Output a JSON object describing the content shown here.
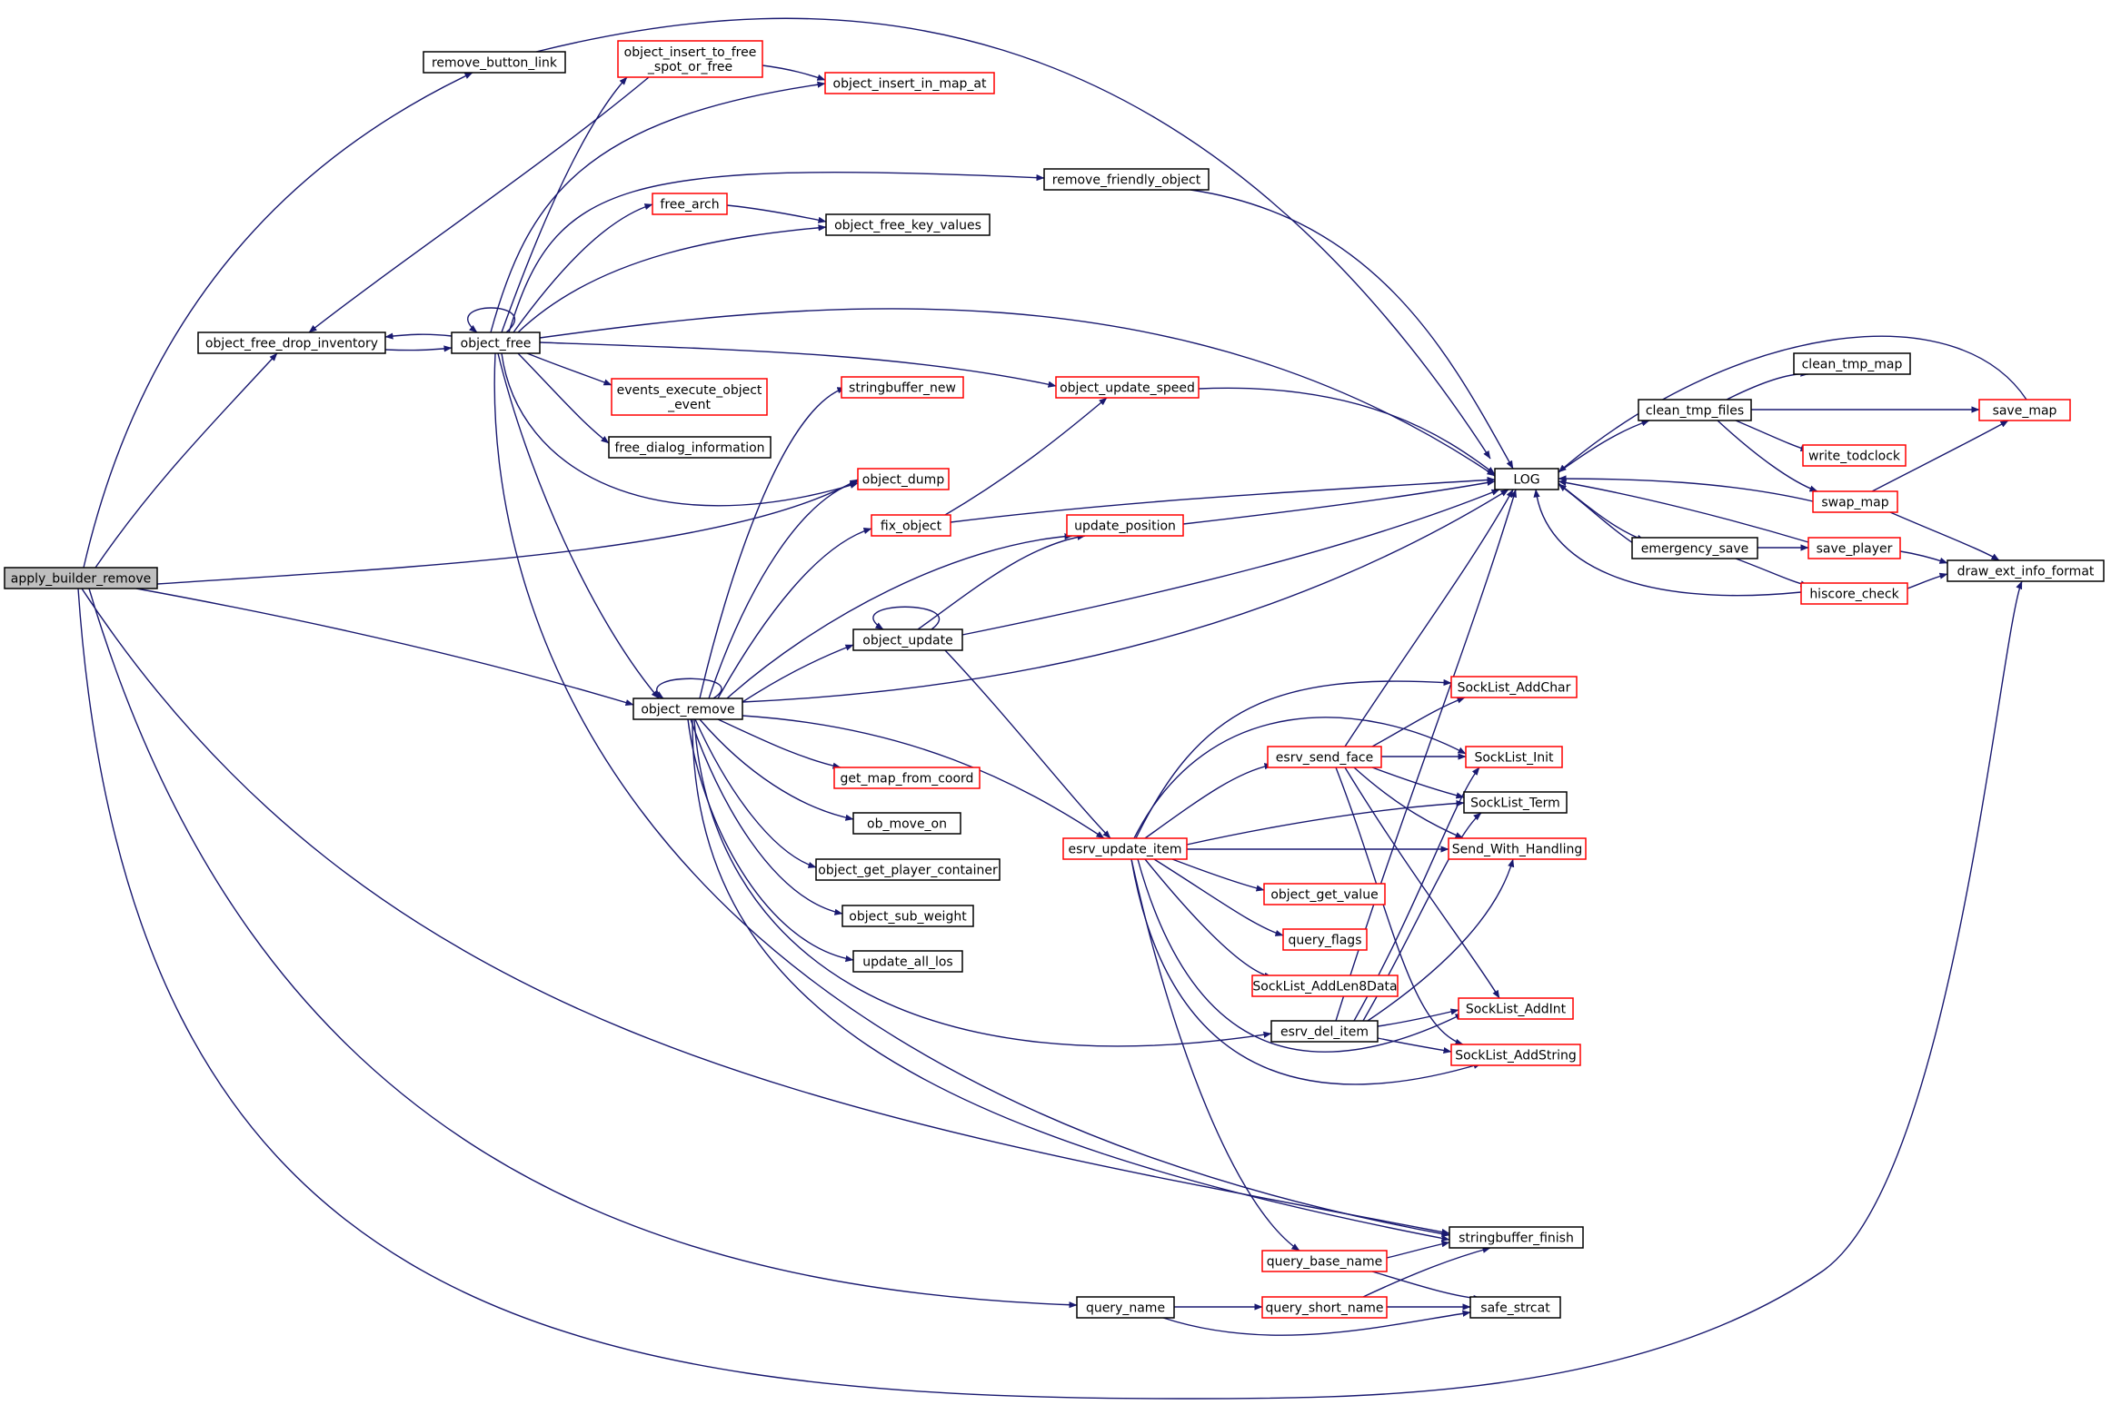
{
  "colors": {
    "edge": "#191970",
    "node_border_default": "#000000",
    "node_border_linked": "#ff0000",
    "root_fill": "#bfbfbf",
    "node_fill": "#ffffff",
    "text": "#000000"
  },
  "nodes": [
    {
      "id": "apply_builder_remove",
      "label": "apply_builder_remove",
      "style": "root"
    },
    {
      "id": "remove_button_link",
      "label": "remove_button_link",
      "style": "black"
    },
    {
      "id": "object_insert_to_free_spot_or_free",
      "label": "object_insert_to_free\n_spot_or_free",
      "style": "red"
    },
    {
      "id": "object_insert_in_map_at",
      "label": "object_insert_in_map_at",
      "style": "red"
    },
    {
      "id": "remove_friendly_object",
      "label": "remove_friendly_object",
      "style": "black"
    },
    {
      "id": "free_arch",
      "label": "free_arch",
      "style": "red"
    },
    {
      "id": "object_free_key_values",
      "label": "object_free_key_values",
      "style": "black"
    },
    {
      "id": "object_free_drop_inventory",
      "label": "object_free_drop_inventory",
      "style": "black"
    },
    {
      "id": "object_free",
      "label": "object_free",
      "style": "black"
    },
    {
      "id": "events_execute_object_event",
      "label": "events_execute_object\n_event",
      "style": "red"
    },
    {
      "id": "stringbuffer_new",
      "label": "stringbuffer_new",
      "style": "red"
    },
    {
      "id": "object_update_speed",
      "label": "object_update_speed",
      "style": "red"
    },
    {
      "id": "free_dialog_information",
      "label": "free_dialog_information",
      "style": "black"
    },
    {
      "id": "object_dump",
      "label": "object_dump",
      "style": "red"
    },
    {
      "id": "fix_object",
      "label": "fix_object",
      "style": "red"
    },
    {
      "id": "update_position",
      "label": "update_position",
      "style": "red"
    },
    {
      "id": "object_update",
      "label": "object_update",
      "style": "black"
    },
    {
      "id": "object_remove",
      "label": "object_remove",
      "style": "black"
    },
    {
      "id": "get_map_from_coord",
      "label": "get_map_from_coord",
      "style": "red"
    },
    {
      "id": "ob_move_on",
      "label": "ob_move_on",
      "style": "black"
    },
    {
      "id": "object_get_player_container",
      "label": "object_get_player_container",
      "style": "black"
    },
    {
      "id": "object_sub_weight",
      "label": "object_sub_weight",
      "style": "black"
    },
    {
      "id": "update_all_los",
      "label": "update_all_los",
      "style": "black"
    },
    {
      "id": "esrv_update_item",
      "label": "esrv_update_item",
      "style": "red"
    },
    {
      "id": "esrv_send_face",
      "label": "esrv_send_face",
      "style": "red"
    },
    {
      "id": "object_get_value",
      "label": "object_get_value",
      "style": "red"
    },
    {
      "id": "query_flags",
      "label": "query_flags",
      "style": "red"
    },
    {
      "id": "SockList_AddLen8Data",
      "label": "SockList_AddLen8Data",
      "style": "red"
    },
    {
      "id": "esrv_del_item",
      "label": "esrv_del_item",
      "style": "black"
    },
    {
      "id": "SockList_AddChar",
      "label": "SockList_AddChar",
      "style": "red"
    },
    {
      "id": "SockList_Init",
      "label": "SockList_Init",
      "style": "red"
    },
    {
      "id": "SockList_Term",
      "label": "SockList_Term",
      "style": "black"
    },
    {
      "id": "Send_With_Handling",
      "label": "Send_With_Handling",
      "style": "red"
    },
    {
      "id": "SockList_AddInt",
      "label": "SockList_AddInt",
      "style": "red"
    },
    {
      "id": "SockList_AddString",
      "label": "SockList_AddString",
      "style": "red"
    },
    {
      "id": "stringbuffer_finish",
      "label": "stringbuffer_finish",
      "style": "black"
    },
    {
      "id": "query_base_name",
      "label": "query_base_name",
      "style": "red"
    },
    {
      "id": "query_name",
      "label": "query_name",
      "style": "black"
    },
    {
      "id": "query_short_name",
      "label": "query_short_name",
      "style": "red"
    },
    {
      "id": "safe_strcat",
      "label": "safe_strcat",
      "style": "black"
    },
    {
      "id": "LOG",
      "label": "LOG",
      "style": "black"
    },
    {
      "id": "clean_tmp_map",
      "label": "clean_tmp_map",
      "style": "black"
    },
    {
      "id": "clean_tmp_files",
      "label": "clean_tmp_files",
      "style": "black"
    },
    {
      "id": "save_map",
      "label": "save_map",
      "style": "red"
    },
    {
      "id": "write_todclock",
      "label": "write_todclock",
      "style": "red"
    },
    {
      "id": "swap_map",
      "label": "swap_map",
      "style": "red"
    },
    {
      "id": "emergency_save",
      "label": "emergency_save",
      "style": "black"
    },
    {
      "id": "save_player",
      "label": "save_player",
      "style": "red"
    },
    {
      "id": "hiscore_check",
      "label": "hiscore_check",
      "style": "red"
    },
    {
      "id": "draw_ext_info_format",
      "label": "draw_ext_info_format",
      "style": "black"
    }
  ],
  "edges": [
    [
      "apply_builder_remove",
      "remove_button_link"
    ],
    [
      "apply_builder_remove",
      "object_free_drop_inventory"
    ],
    [
      "apply_builder_remove",
      "object_dump"
    ],
    [
      "apply_builder_remove",
      "object_remove"
    ],
    [
      "apply_builder_remove",
      "stringbuffer_finish"
    ],
    [
      "apply_builder_remove",
      "query_name"
    ],
    [
      "apply_builder_remove",
      "draw_ext_info_format"
    ],
    [
      "remove_button_link",
      "LOG"
    ],
    [
      "object_insert_to_free_spot_or_free",
      "object_free_drop_inventory"
    ],
    [
      "object_insert_to_free_spot_or_free",
      "object_insert_in_map_at"
    ],
    [
      "object_free_drop_inventory",
      "object_free"
    ],
    [
      "object_free",
      "object_free_drop_inventory"
    ],
    [
      "object_free",
      "object_free"
    ],
    [
      "object_free",
      "object_insert_to_free_spot_or_free"
    ],
    [
      "object_free",
      "object_insert_in_map_at"
    ],
    [
      "object_free",
      "remove_friendly_object"
    ],
    [
      "object_free",
      "free_arch"
    ],
    [
      "object_free",
      "object_free_key_values"
    ],
    [
      "object_free",
      "LOG"
    ],
    [
      "object_free",
      "object_update_speed"
    ],
    [
      "object_free",
      "events_execute_object_event"
    ],
    [
      "object_free",
      "free_dialog_information"
    ],
    [
      "object_free",
      "object_dump"
    ],
    [
      "object_free",
      "object_remove"
    ],
    [
      "object_free",
      "stringbuffer_finish"
    ],
    [
      "free_arch",
      "object_free_key_values"
    ],
    [
      "remove_friendly_object",
      "LOG"
    ],
    [
      "object_update_speed",
      "LOG"
    ],
    [
      "fix_object",
      "object_update_speed"
    ],
    [
      "fix_object",
      "LOG"
    ],
    [
      "update_position",
      "LOG"
    ],
    [
      "object_update",
      "object_update"
    ],
    [
      "object_update",
      "update_position"
    ],
    [
      "object_update",
      "LOG"
    ],
    [
      "object_update",
      "esrv_update_item"
    ],
    [
      "object_remove",
      "object_remove"
    ],
    [
      "object_remove",
      "stringbuffer_new"
    ],
    [
      "object_remove",
      "LOG"
    ],
    [
      "object_remove",
      "object_dump"
    ],
    [
      "object_remove",
      "fix_object"
    ],
    [
      "object_remove",
      "update_position"
    ],
    [
      "object_remove",
      "object_update"
    ],
    [
      "object_remove",
      "get_map_from_coord"
    ],
    [
      "object_remove",
      "ob_move_on"
    ],
    [
      "object_remove",
      "object_get_player_container"
    ],
    [
      "object_remove",
      "object_sub_weight"
    ],
    [
      "object_remove",
      "update_all_los"
    ],
    [
      "object_remove",
      "esrv_update_item"
    ],
    [
      "object_remove",
      "esrv_del_item"
    ],
    [
      "object_remove",
      "stringbuffer_finish"
    ],
    [
      "esrv_update_item",
      "esrv_send_face"
    ],
    [
      "esrv_update_item",
      "SockList_AddChar"
    ],
    [
      "esrv_update_item",
      "SockList_Init"
    ],
    [
      "esrv_update_item",
      "SockList_Term"
    ],
    [
      "esrv_update_item",
      "Send_With_Handling"
    ],
    [
      "esrv_update_item",
      "object_get_value"
    ],
    [
      "esrv_update_item",
      "query_flags"
    ],
    [
      "esrv_update_item",
      "SockList_AddLen8Data"
    ],
    [
      "esrv_update_item",
      "SockList_AddInt"
    ],
    [
      "esrv_update_item",
      "SockList_AddString"
    ],
    [
      "esrv_update_item",
      "query_base_name"
    ],
    [
      "esrv_send_face",
      "LOG"
    ],
    [
      "esrv_send_face",
      "SockList_AddChar"
    ],
    [
      "esrv_send_face",
      "SockList_Init"
    ],
    [
      "esrv_send_face",
      "SockList_Term"
    ],
    [
      "esrv_send_face",
      "Send_With_Handling"
    ],
    [
      "esrv_send_face",
      "SockList_AddInt"
    ],
    [
      "esrv_send_face",
      "SockList_AddString"
    ],
    [
      "esrv_del_item",
      "LOG"
    ],
    [
      "esrv_del_item",
      "SockList_Init"
    ],
    [
      "esrv_del_item",
      "SockList_Term"
    ],
    [
      "esrv_del_item",
      "Send_With_Handling"
    ],
    [
      "esrv_del_item",
      "SockList_AddInt"
    ],
    [
      "esrv_del_item",
      "SockList_AddString"
    ],
    [
      "query_base_name",
      "stringbuffer_finish"
    ],
    [
      "query_base_name",
      "safe_strcat"
    ],
    [
      "query_name",
      "query_short_name"
    ],
    [
      "query_name",
      "safe_strcat"
    ],
    [
      "query_short_name",
      "stringbuffer_finish"
    ],
    [
      "query_short_name",
      "safe_strcat"
    ],
    [
      "LOG",
      "clean_tmp_files"
    ],
    [
      "LOG",
      "emergency_save"
    ],
    [
      "clean_tmp_files",
      "clean_tmp_map"
    ],
    [
      "clean_tmp_files",
      "save_map"
    ],
    [
      "clean_tmp_files",
      "write_todclock"
    ],
    [
      "clean_tmp_files",
      "swap_map"
    ],
    [
      "save_map",
      "LOG"
    ],
    [
      "swap_map",
      "LOG"
    ],
    [
      "swap_map",
      "save_map"
    ],
    [
      "swap_map",
      "draw_ext_info_format"
    ],
    [
      "emergency_save",
      "LOG"
    ],
    [
      "emergency_save",
      "save_player"
    ],
    [
      "emergency_save",
      "hiscore_check"
    ],
    [
      "save_player",
      "LOG"
    ],
    [
      "save_player",
      "draw_ext_info_format"
    ],
    [
      "hiscore_check",
      "LOG"
    ],
    [
      "hiscore_check",
      "draw_ext_info_format"
    ]
  ]
}
